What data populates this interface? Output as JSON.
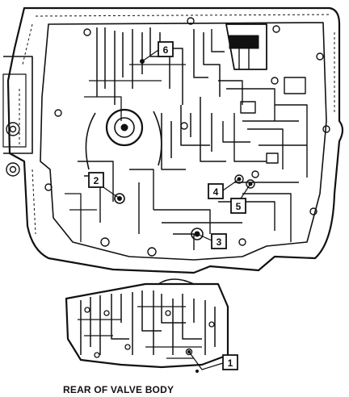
{
  "figure": {
    "caption": "REAR OF VALVE BODY",
    "callouts": [
      {
        "id": "1",
        "label": "1"
      },
      {
        "id": "2",
        "label": "2"
      },
      {
        "id": "3",
        "label": "3"
      },
      {
        "id": "4",
        "label": "4"
      },
      {
        "id": "5",
        "label": "5"
      },
      {
        "id": "6",
        "label": "6"
      }
    ]
  },
  "colors": {
    "ink": "#111111",
    "paper": "#ffffff"
  }
}
